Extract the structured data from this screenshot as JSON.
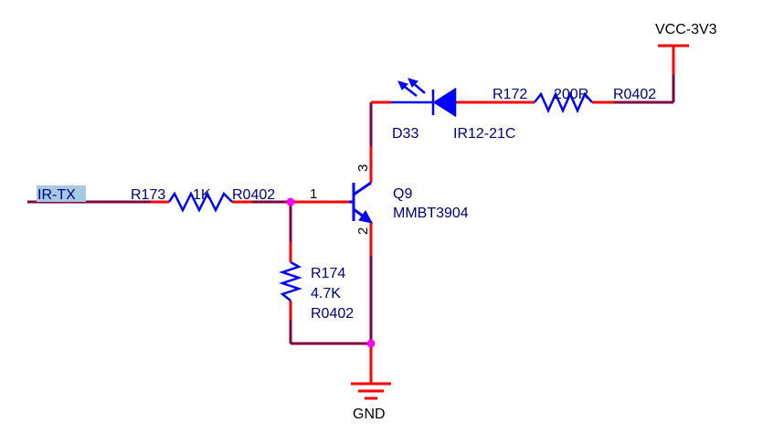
{
  "colors": {
    "wire": "#800040",
    "pin": "#ff0000",
    "component": "#0000ff",
    "label": "#000080",
    "port_label": "#000000",
    "junction": "#ff00ff",
    "net_highlight": "#a6c8e0"
  },
  "nets": {
    "input": "IR-TX",
    "power": "VCC-3V3",
    "ground": "GND"
  },
  "components": {
    "r173": {
      "ref": "R173",
      "value": "1K",
      "footprint": "R0402"
    },
    "r172": {
      "ref": "R172",
      "value": "200R",
      "footprint": "R0402"
    },
    "r174": {
      "ref": "R174",
      "value": "4.7K",
      "footprint": "R0402"
    },
    "d33": {
      "ref": "D33",
      "value": "IR12-21C"
    },
    "q9": {
      "ref": "Q9",
      "value": "MMBT3904",
      "pin_base": "1",
      "pin_emitter": "2",
      "pin_collector": "3"
    }
  }
}
